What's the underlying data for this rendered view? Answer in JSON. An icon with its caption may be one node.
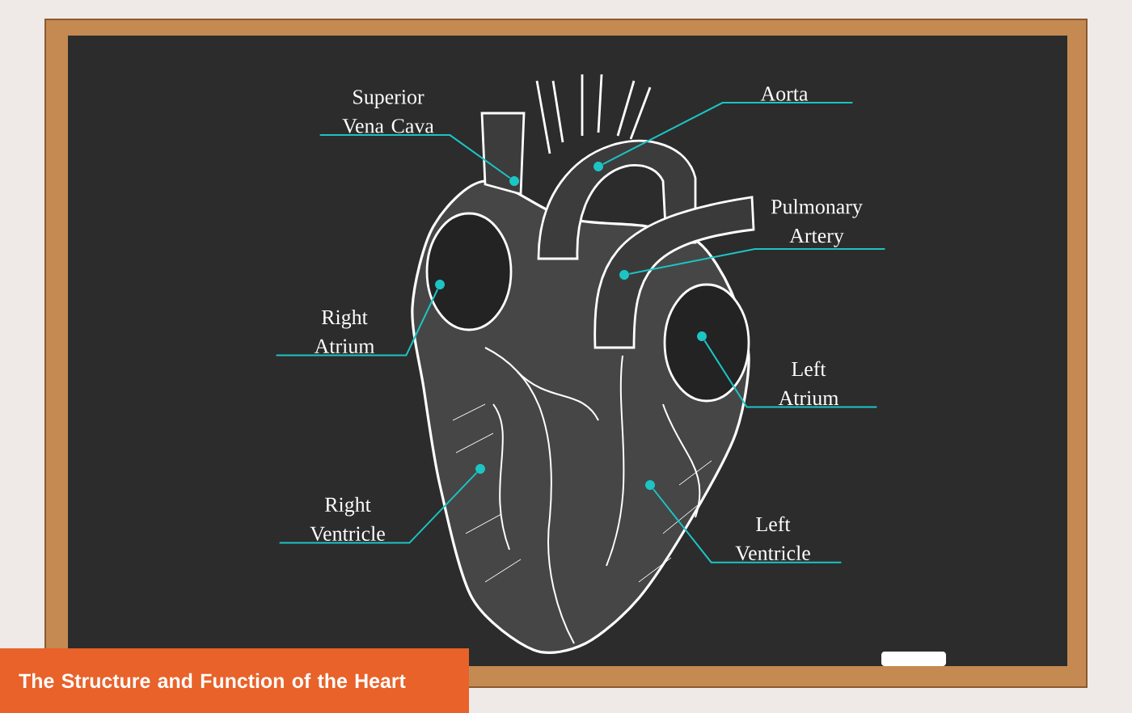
{
  "diagram": {
    "title": "The Structure and Function of the Heart",
    "nodes": [
      {
        "text": [
          "Superior Vena Cava"
        ]
      },
      {
        "text": [
          "Aorta"
        ]
      },
      {
        "text": [
          "Pulmonary Artery"
        ]
      },
      {
        "text": [
          "Right Atrium"
        ]
      },
      {
        "text": [
          "Left Atrium"
        ]
      },
      {
        "text": [
          "Right Ventricle"
        ]
      },
      {
        "text": [
          "Left Ventricle"
        ]
      },
      {
        "text": [],
        "shape": "circle"
      },
      {
        "text": [],
        "shape": "circle"
      },
      {
        "text": [],
        "shape": "circle"
      },
      {
        "text": [],
        "shape": "circle"
      },
      {
        "text": [],
        "shape": "circle"
      },
      {
        "text": [],
        "shape": "circle"
      },
      {
        "text": [],
        "shape": "circle"
      }
    ],
    "edges": [
      {
        "from": 0,
        "to": 7,
        "arrow": "none"
      },
      {
        "from": 1,
        "to": 8,
        "arrow": "none"
      },
      {
        "from": 2,
        "to": 9,
        "arrow": "none"
      },
      {
        "from": 3,
        "to": 10,
        "arrow": "none"
      },
      {
        "from": 4,
        "to": 11,
        "arrow": "none"
      },
      {
        "from": 5,
        "to": 12,
        "arrow": "none"
      },
      {
        "from": 6,
        "to": 13,
        "arrow": "none"
      }
    ]
  }
}
